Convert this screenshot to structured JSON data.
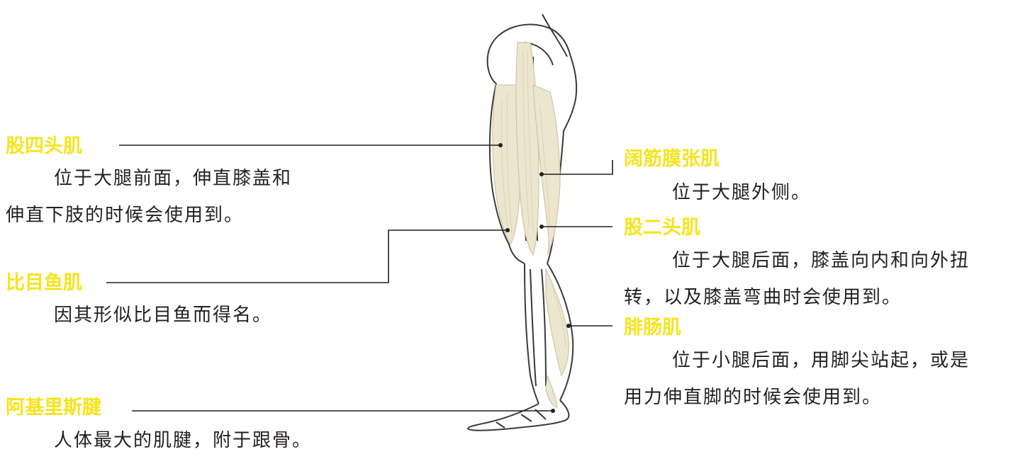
{
  "labels": {
    "quadriceps": {
      "title": "股四头肌",
      "desc_line1": "位于大腿前面，伸直膝盖和",
      "desc_line2": "伸直下肢的时候会使用到。"
    },
    "soleus": {
      "title": "比目鱼肌",
      "desc_line1": "因其形似比目鱼而得名。"
    },
    "achilles": {
      "title": "阿基里斯腱",
      "desc_line1": "人体最大的肌腱，附于跟骨。"
    },
    "tfl": {
      "title": "阔筋膜张肌",
      "desc_line1": "位于大腿外侧。"
    },
    "biceps_femoris": {
      "title": "股二头肌",
      "desc_line1": "位于大腿后面，膝盖向内和向外扭",
      "desc_line2": "转，以及膝盖弯曲时会使用到。"
    },
    "gastrocnemius": {
      "title": "腓肠肌",
      "desc_line1": "位于小腿后面，用脚尖站起，或是",
      "desc_line2": "用力伸直脚的时候会使用到。"
    }
  },
  "colors": {
    "title": "#f6e41c",
    "text": "#231f20",
    "leader": "#231f20",
    "muscle": "#ece6cf",
    "muscle_line": "#cfc6a6",
    "bone_outline": "#3a3a3a"
  }
}
